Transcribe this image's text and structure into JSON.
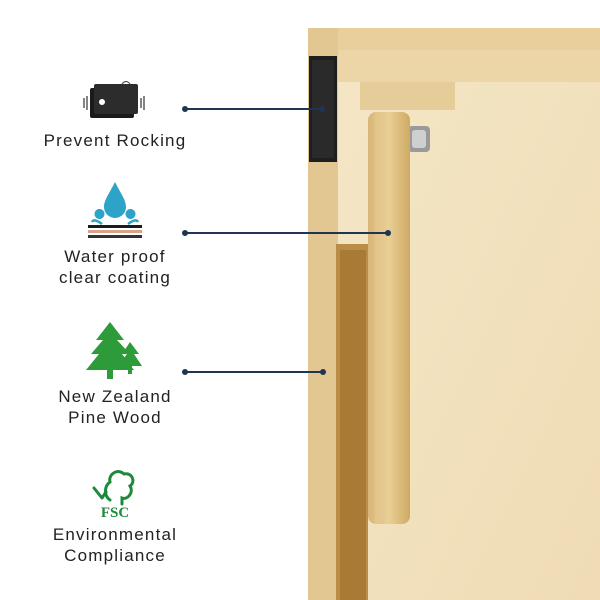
{
  "features": [
    {
      "icon": "rubber-pad-icon",
      "lines": [
        "Prevent Rocking"
      ]
    },
    {
      "icon": "water-drop-icon",
      "lines": [
        "Water proof",
        "clear coating"
      ]
    },
    {
      "icon": "pine-tree-icon",
      "lines": [
        "New Zealand",
        "Pine Wood"
      ]
    },
    {
      "icon": "fsc-logo-icon",
      "logo_text": "FSC",
      "lines": [
        "Environmental",
        "Compliance"
      ]
    }
  ],
  "colors": {
    "leader": "#1f3553",
    "water": "#2ea3c8",
    "tree": "#2e9b3a",
    "fsc": "#1d8a3a",
    "wood": "#e9d3a4"
  }
}
